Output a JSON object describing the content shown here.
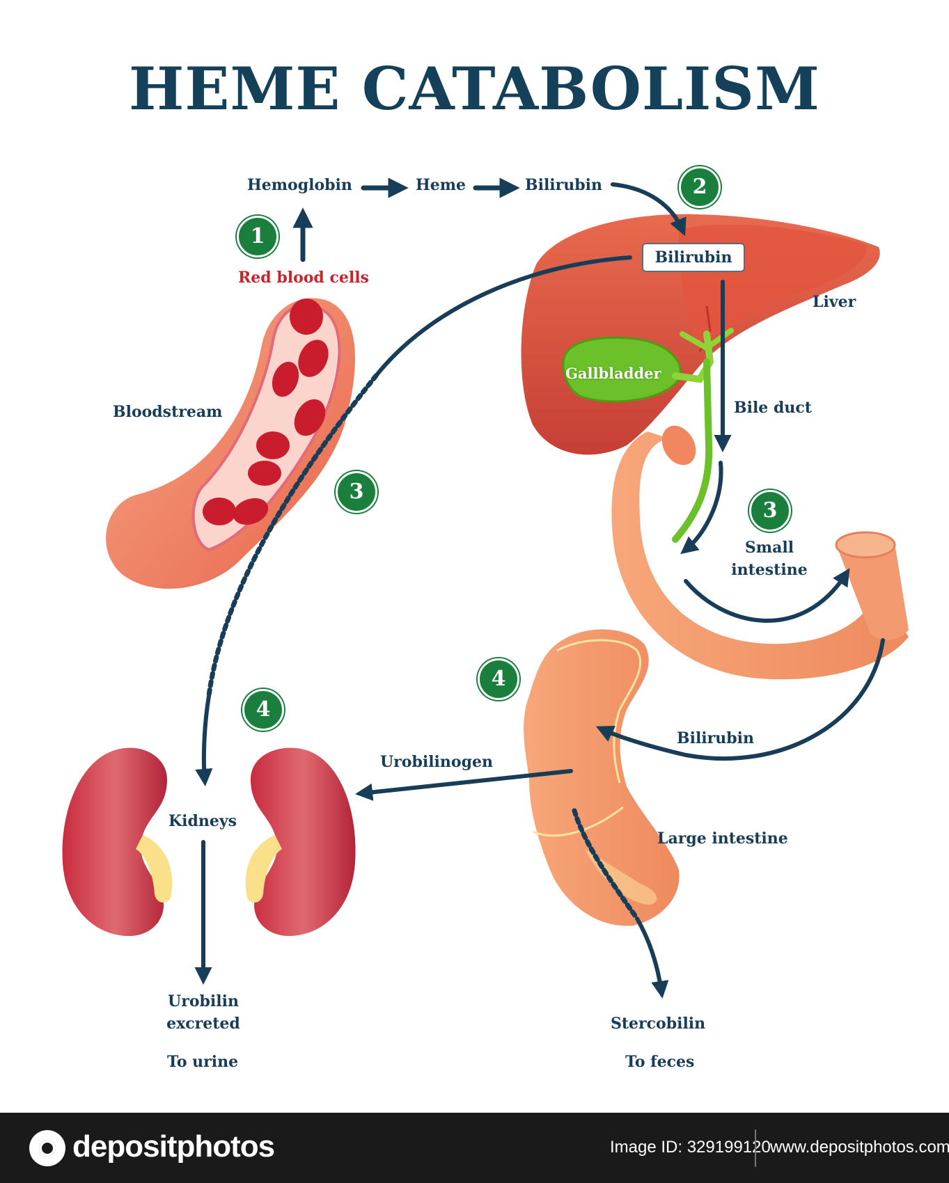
{
  "title": "HEME CATABOLISM",
  "pathway": {
    "hemoglobin": "Hemoglobin",
    "heme": "Heme",
    "bilirubin_top": "Bilirubin"
  },
  "labels": {
    "red_blood_cells": "Red blood cells",
    "bloodstream": "Bloodstream",
    "liver_bilirubin": "Bilirubin",
    "liver": "Liver",
    "gallbladder": "Gallbladder",
    "bile_duct": "Bile duct",
    "small_intestine": "Small intestine",
    "bilirubin_large": "Bilirubin",
    "urobilinogen": "Urobilinogen",
    "kidneys": "Kidneys",
    "large_intestine": "Large intestine",
    "urobilin_excreted": "Urobilin excreted",
    "to_urine": "To urine",
    "stercobilin": "Stercobilin",
    "to_feces": "To feces"
  },
  "steps": [
    "1",
    "2",
    "3",
    "3",
    "4",
    "4"
  ],
  "colors": {
    "arrow": "#173d58",
    "badge": "#1a7f3c",
    "red_text": "#c8252b",
    "organ_red": "#d04a3a",
    "intestine_orange": "#f39a70",
    "gallbladder_green": "#6cc12a",
    "kidney_red": "#b8283a"
  },
  "footer": {
    "brand": "depositphotos",
    "image_id": "Image ID: 329199120",
    "website": "www.depositphotos.com"
  }
}
